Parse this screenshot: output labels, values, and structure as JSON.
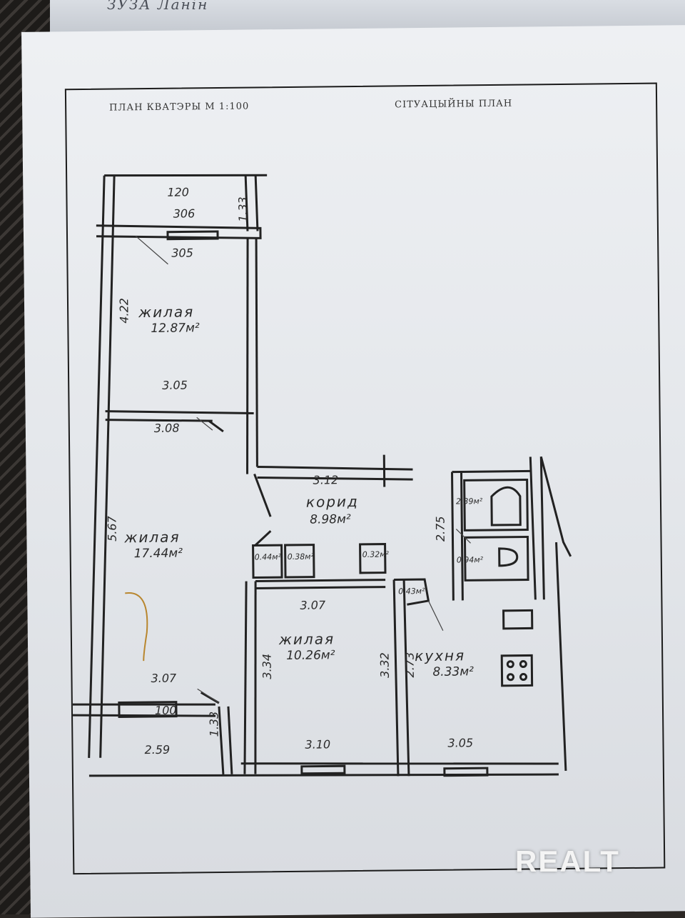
{
  "handwriting_top": "ЗУЗА   Ланін",
  "plan": {
    "title_left": "ПЛАН КВАТЭРЫ М 1:100",
    "title_right": "СІТУАЦЫЙНЫ ПЛАН"
  },
  "rooms": {
    "room1": {
      "name": "жилая",
      "area": "12.87м²"
    },
    "room2": {
      "name": "жилая",
      "area": "17.44м²"
    },
    "corridor": {
      "name": "корид",
      "area": "8.98м²"
    },
    "room3": {
      "name": "жилая",
      "area": "10.26м²"
    },
    "kitchen": {
      "name": "кухня",
      "area": "8.33м²"
    },
    "bath": {
      "area": "2.39м²"
    },
    "wc": {
      "area": "0.94м²"
    },
    "closet1": {
      "area": "0.44м²"
    },
    "closet2": {
      "area": "0.38м²"
    },
    "closet3": {
      "area": "0.32м²"
    },
    "closet4": {
      "area": "0.43м²"
    }
  },
  "dims": {
    "d120": "120",
    "d306": "306",
    "d133a": "1.33",
    "d305": "305",
    "d422": "4.22",
    "d305b": "3.05",
    "d308": "3.08",
    "d312": "3.12",
    "d567": "5.67",
    "d275": "2.75",
    "d307a": "3.07",
    "d334": "3.34",
    "d332": "3.32",
    "d273": "2.73",
    "d307b": "3.07",
    "d100": "100",
    "d133b": "1.33",
    "d259": "2.59",
    "d310": "3.10",
    "d305c": "3.05"
  },
  "watermark": "REALT"
}
